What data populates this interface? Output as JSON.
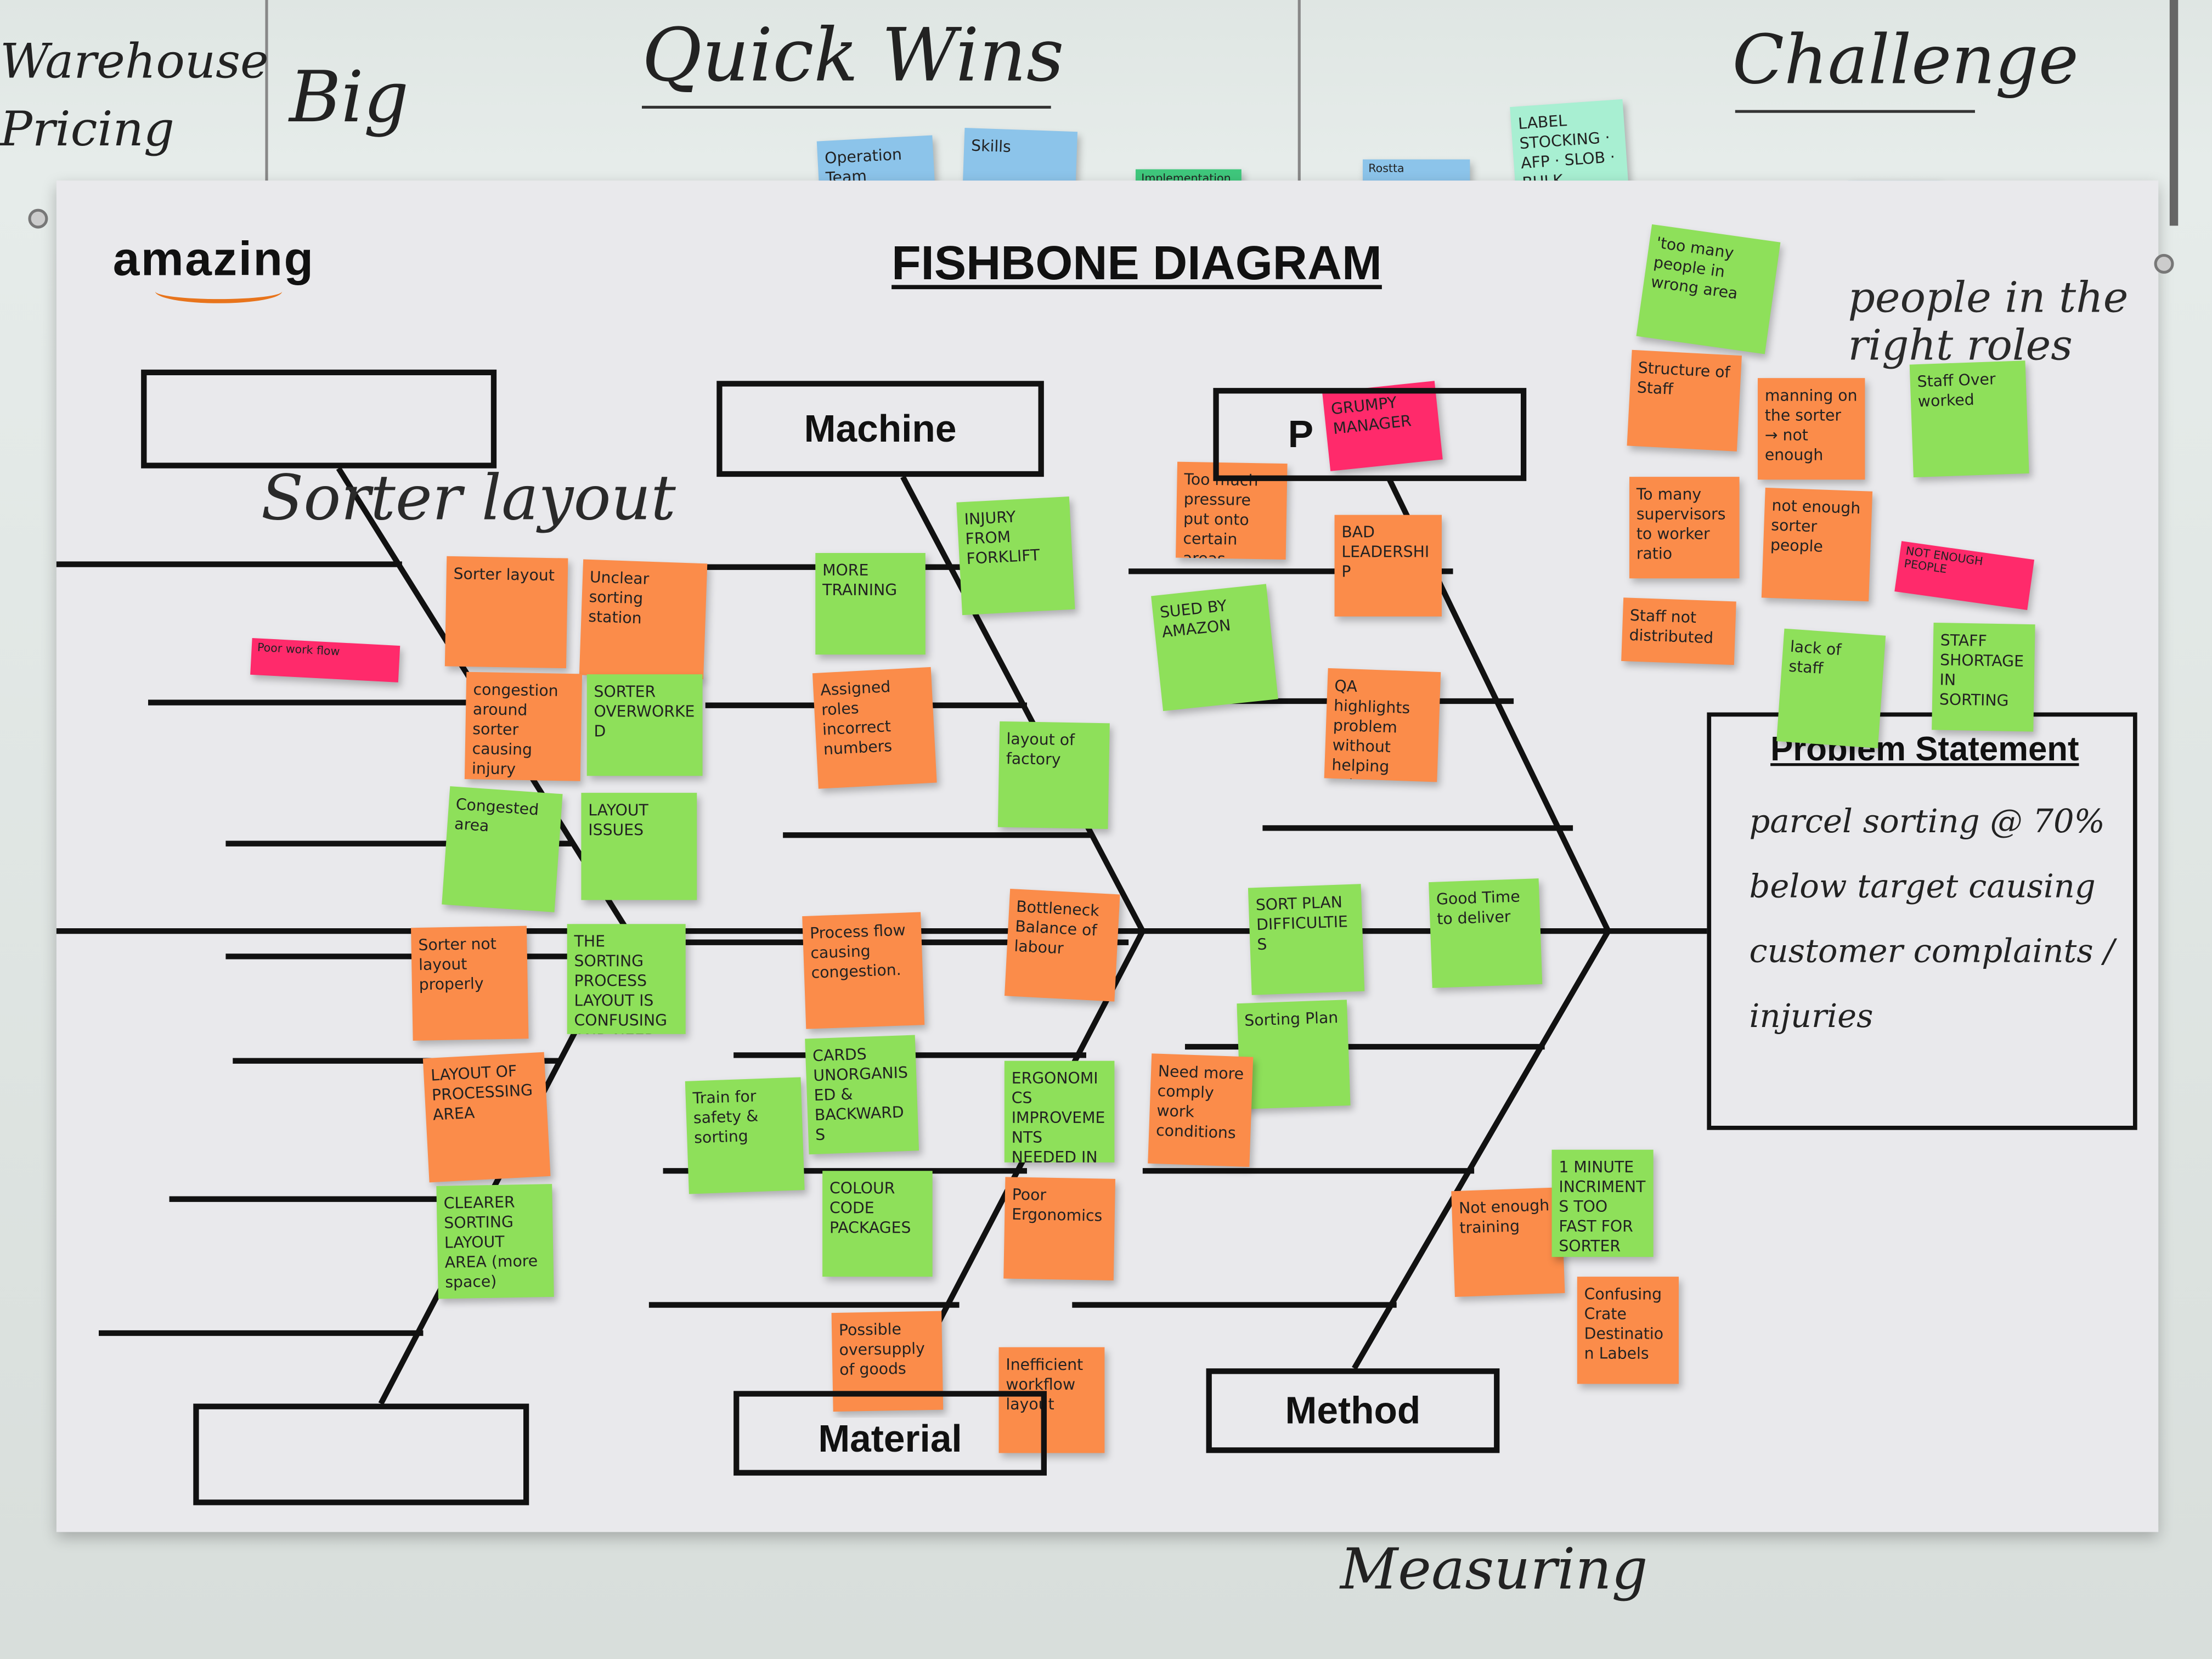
{
  "whiteboard": {
    "headings": {
      "warehouse_pricing": "Warehouse Pricing",
      "big": "Big",
      "quick_wins": "Quick Wins",
      "challenge": "Challenge",
      "measuring": "Measuring"
    },
    "notes": [
      {
        "text": "Operation Team",
        "color": "blue"
      },
      {
        "text": "Skills",
        "color": "blue"
      },
      {
        "text": "Implementation",
        "color": "teal"
      },
      {
        "text": "Rostta",
        "color": "blue"
      },
      {
        "text": "LABEL STOCKING · AFP · SLOB · BULK ORDER%",
        "color": "mint"
      },
      {
        "text": "SLOB",
        "color": "blue"
      }
    ]
  },
  "board": {
    "logo": "amazing",
    "title": "FISHBONE DIAGRAM",
    "categories": {
      "machine": "Machine",
      "people": "P",
      "material": "Material",
      "method": "Method"
    },
    "annotations": {
      "sorter_layout": "Sorter layout",
      "people_roles": "people in the right roles"
    },
    "problem_statement": {
      "heading": "Problem Statement",
      "text": "parcel sorting @ 70% below target causing customer complaints / injuries"
    },
    "notes": [
      {
        "text": "Poor work flow",
        "color": "pink"
      },
      {
        "text": "Sorter layout",
        "color": "orange"
      },
      {
        "text": "Unclear sorting station",
        "color": "orange"
      },
      {
        "text": "congestion around sorter causing injury",
        "color": "orange"
      },
      {
        "text": "SORTER OVERWORKED",
        "color": "green"
      },
      {
        "text": "Congested area",
        "color": "green"
      },
      {
        "text": "LAYOUT ISSUES",
        "color": "green"
      },
      {
        "text": "Sorter not layout properly",
        "color": "orange"
      },
      {
        "text": "THE SORTING PROCESS LAYOUT IS CONFUSING AND NEED RECTIFIED",
        "color": "green"
      },
      {
        "text": "LAYOUT OF PROCESSING AREA",
        "color": "orange"
      },
      {
        "text": "CLEARER SORTING LAYOUT AREA (more space)",
        "color": "green"
      },
      {
        "text": "MORE TRAINING",
        "color": "green"
      },
      {
        "text": "INJURY FROM FORKLIFT",
        "color": "green"
      },
      {
        "text": "Assigned roles incorrect numbers",
        "color": "orange"
      },
      {
        "text": "layout of factory",
        "color": "green"
      },
      {
        "text": "Process flow causing congestion.",
        "color": "orange"
      },
      {
        "text": "Bottleneck Balance of labour",
        "color": "orange"
      },
      {
        "text": "Train for safety & sorting",
        "color": "green"
      },
      {
        "text": "CARDS UNORGANISED & BACKWARDS",
        "color": "green"
      },
      {
        "text": "ERGONOMICS IMPROVEMENTS NEEDED IN SORTING",
        "color": "green"
      },
      {
        "text": "COLOUR CODE PACKAGES",
        "color": "green"
      },
      {
        "text": "Poor Ergonomics",
        "color": "orange"
      },
      {
        "text": "Possible oversupply of goods",
        "color": "orange"
      },
      {
        "text": "Inefficient workflow layout",
        "color": "orange"
      },
      {
        "text": "GRUMPY MANAGER",
        "color": "pink"
      },
      {
        "text": "Too much pressure put onto certain areas",
        "color": "orange"
      },
      {
        "text": "BAD LEADERSHIP",
        "color": "orange"
      },
      {
        "text": "SUED BY AMAZON",
        "color": "green"
      },
      {
        "text": "QA highlights problem without helping solve",
        "color": "orange"
      },
      {
        "text": "SORT PLAN DIFFICULTIES",
        "color": "green"
      },
      {
        "text": "Good Time to deliver",
        "color": "green"
      },
      {
        "text": "Sorting Plan",
        "color": "green"
      },
      {
        "text": "Need more comply work conditions",
        "color": "orange"
      },
      {
        "text": "Not enough training",
        "color": "orange"
      },
      {
        "text": "1 MINUTE INCRIMENTS TOO FAST FOR SORTER",
        "color": "green"
      },
      {
        "text": "Confusing Crate Destination Labels",
        "color": "orange"
      },
      {
        "text": "'too many people in wrong area",
        "color": "green"
      },
      {
        "text": "Structure of Staff",
        "color": "orange"
      },
      {
        "text": "manning on the sorter → not enough",
        "color": "orange"
      },
      {
        "text": "Staff Over worked",
        "color": "green"
      },
      {
        "text": "To many supervisors to worker ratio",
        "color": "orange"
      },
      {
        "text": "not enough sorter people",
        "color": "orange"
      },
      {
        "text": "NOT ENOUGH PEOPLE",
        "color": "pink"
      },
      {
        "text": "Staff not distributed",
        "color": "orange"
      },
      {
        "text": "lack of staff",
        "color": "green"
      },
      {
        "text": "STAFF SHORTAGE IN SORTING",
        "color": "green"
      }
    ]
  },
  "colors": {
    "orange": "#fb8c4a",
    "green": "#8ee05a",
    "pink": "#ff2a6b",
    "blue": "#8cc4ea",
    "teal": "#3fc77c",
    "mint": "#a8efd2",
    "ink": "#111111",
    "accent": "#e8741c"
  }
}
